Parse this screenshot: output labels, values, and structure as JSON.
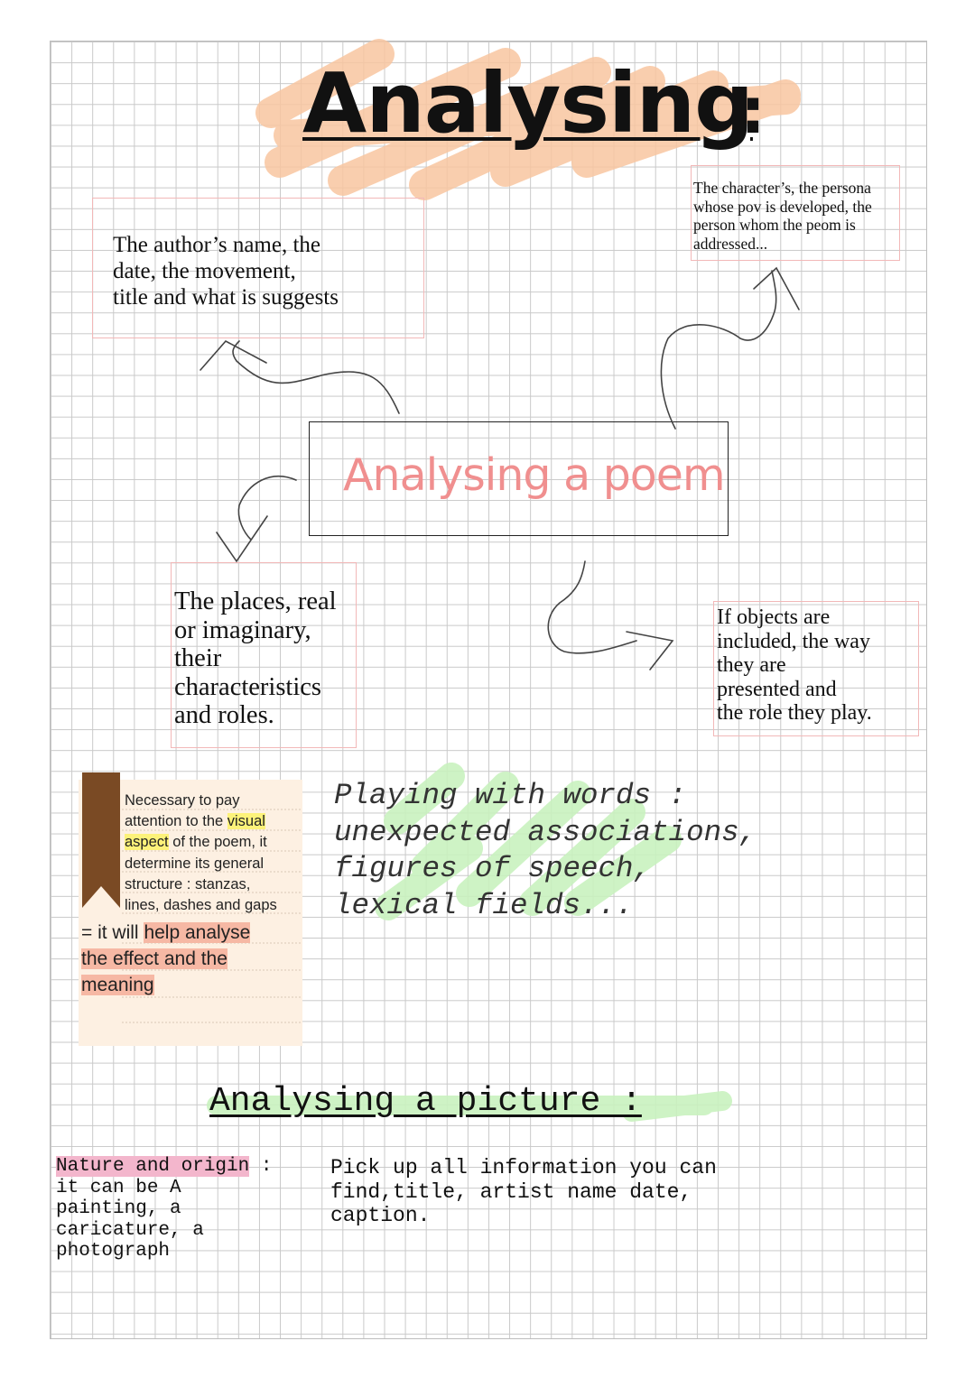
{
  "title": {
    "text": "Analysing",
    "colon": ":"
  },
  "notes": {
    "author": [
      "The author’s name, the",
      "date, the movement,",
      "title and what is suggests"
    ],
    "character": [
      "The character’s, the persona",
      "whose pov is developed, the",
      "person whom the peom is",
      "addressed..."
    ],
    "places": [
      "The places, real",
      "or imaginary,",
      "their",
      "characteristics",
      "and roles."
    ],
    "objects": [
      "If objects are",
      "included, the way",
      "they are",
      "presented and",
      "the role they play."
    ]
  },
  "center": {
    "label": "Analysing a poem"
  },
  "sticky": {
    "lines": [
      {
        "pre": "Necessary to pay",
        "hl": "",
        "post": ""
      },
      {
        "pre": "attention to the ",
        "hl": "visual",
        "post": ""
      },
      {
        "pre": "",
        "hl": "aspect",
        "post": " of the poem, it"
      },
      {
        "pre": "determine its general",
        "hl": "",
        "post": ""
      },
      {
        "pre": "structure : stanzas,",
        "hl": "",
        "post": ""
      },
      {
        "pre": "lines, dashes and gaps",
        "hl": "",
        "post": ""
      }
    ],
    "result": [
      {
        "pre": "= it will ",
        "hl": "help analyse",
        "post": ""
      },
      {
        "pre": "",
        "hl": "the effect and the",
        "post": ""
      },
      {
        "pre": "",
        "hl": "meaning",
        "post": ""
      }
    ]
  },
  "words": [
    "Playing with words :",
    "unexpected associations,",
    "figures of speech,",
    "lexical fields..."
  ],
  "picture": {
    "title": "Analysing a picture :",
    "nature_label": "Nature and origin",
    "nature_colon": " :",
    "nature_lines": [
      "it can be A",
      "painting, a",
      "caricature, a",
      "photograph"
    ],
    "pickup_lines": [
      "Pick up all information you can",
      "find,title, artist name date,",
      "caption."
    ]
  },
  "colors": {
    "orange_highlight": "#f9c6a0",
    "green_highlight": "#c9f2bf",
    "pink_text": "#f08f8f",
    "bookmark": "#7a4a24",
    "box_border": "#f2b8b8"
  }
}
